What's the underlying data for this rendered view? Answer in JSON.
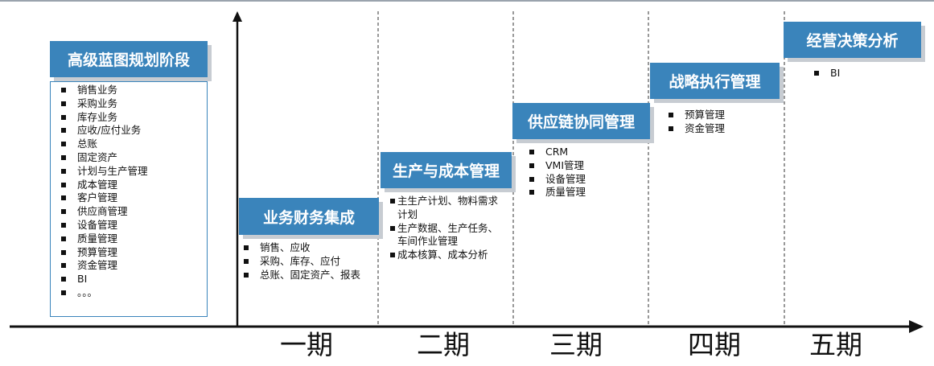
{
  "colors": {
    "stage_fill": "#3a84bb",
    "stage_text": "#ffffff",
    "axis": "#111111",
    "divider": "#333333"
  },
  "planning": {
    "title": "高级蓝图规划阶段",
    "items": [
      "销售业务",
      "采购业务",
      "库存业务",
      "应收/应付业务",
      "总账",
      "固定资产",
      "计划与生产管理",
      "成本管理",
      "客户管理",
      "供应商管理",
      "设备管理",
      "质量管理",
      "预算管理",
      "资金管理",
      "BI",
      "。。。"
    ]
  },
  "stages": [
    {
      "title": "业务财务集成",
      "items": [
        "销售、应收",
        "采购、库存、应付",
        "总账、固定资产、报表"
      ]
    },
    {
      "title": "生产与成本管理",
      "items": [
        "主生产计划、物料需求计划",
        "生产数据、生产任务、车间作业管理",
        "成本核算、成本分析"
      ]
    },
    {
      "title": "供应链协同管理",
      "items": [
        "CRM",
        "VMI管理",
        "设备管理",
        "质量管理"
      ]
    },
    {
      "title": "战略执行管理",
      "items": [
        "预算管理",
        "资金管理"
      ]
    },
    {
      "title": "经营决策分析",
      "items": [
        "BI"
      ]
    }
  ],
  "periods": [
    "一期",
    "二期",
    "三期",
    "四期",
    "五期"
  ]
}
